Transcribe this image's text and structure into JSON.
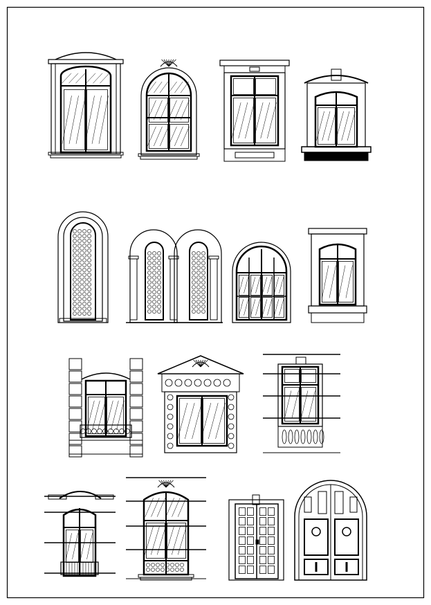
{
  "drawing": {
    "stroke_color": "#000000",
    "background_color": "#ffffff",
    "items": [
      {
        "kind": "window-eared-casing-arched-sash"
      },
      {
        "kind": "window-arched-shell-crest"
      },
      {
        "kind": "window-rectangular-cornice"
      },
      {
        "kind": "window-segmental-keystone"
      },
      {
        "kind": "window-arched-tracery-tall"
      },
      {
        "kind": "window-double-arched-tracery"
      },
      {
        "kind": "window-arched-fanlight"
      },
      {
        "kind": "window-rectangular-pilasters"
      },
      {
        "kind": "window-rusticated-balconette"
      },
      {
        "kind": "window-pediment-ornate"
      },
      {
        "kind": "window-balustrade"
      },
      {
        "kind": "window-french-balcony"
      },
      {
        "kind": "window-arched-crest-tall"
      },
      {
        "kind": "door-french-glazed"
      },
      {
        "kind": "door-arched-paneled"
      }
    ]
  }
}
